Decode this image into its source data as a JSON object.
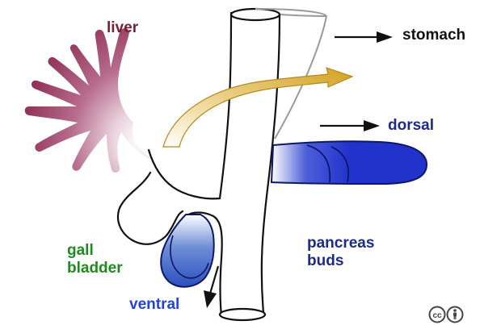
{
  "labels": {
    "liver": "liver",
    "stomach": "stomach",
    "dorsal": "dorsal",
    "pancreas_line1": "pancreas",
    "pancreas_line2": "buds",
    "gall_line1": "gall",
    "gall_line2": "bladder",
    "ventral": "ventral"
  },
  "badge": {
    "cc_text": "cc",
    "by_icon": "person-icon"
  },
  "colors": {
    "liver": "#8c2a52",
    "liver_label": "#7a1f33",
    "dorsal_bud": "#2233cc",
    "dorsal_label": "#1c2a8c",
    "ventral_bud": "#2b4fc0",
    "gall_label": "#1f8a1f",
    "ventral_label": "#2244dd",
    "rotation_arrow": "#d3a21f",
    "outline": "#111111"
  }
}
